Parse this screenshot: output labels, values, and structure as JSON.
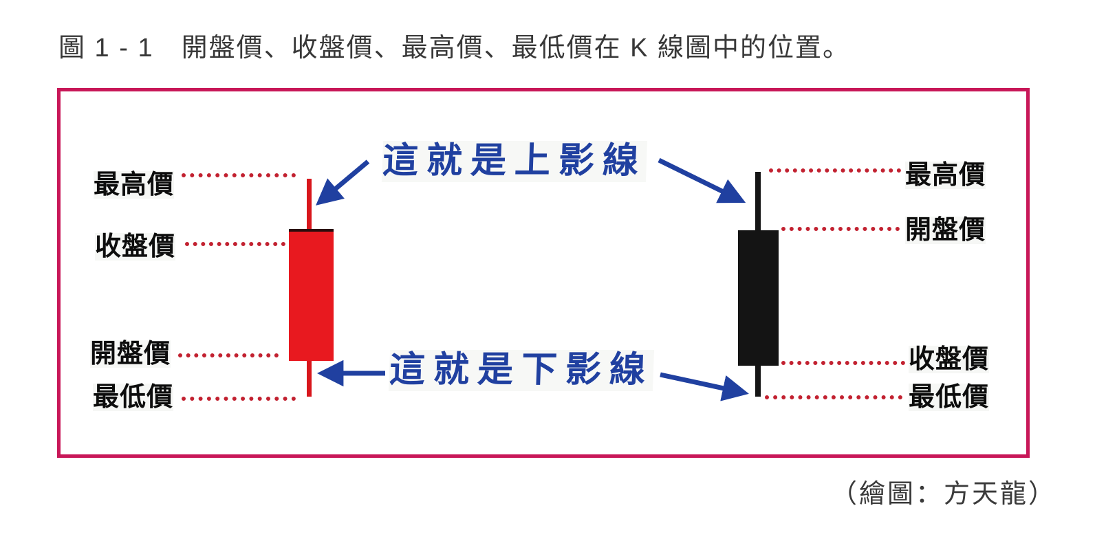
{
  "page": {
    "title": "圖 1 - 1　開盤價、收盤價、最高價、最低價在 K 線圖中的位置。",
    "credit": "（繪圖：方天龍）"
  },
  "diagram": {
    "upper_shadow_note": "這就是上影線",
    "lower_shadow_note": "這就是下影線",
    "left_candle": {
      "style": "bullish-red-body",
      "labels": {
        "high": "最高價",
        "close": "收盤價",
        "open": "開盤價",
        "low": "最低價"
      }
    },
    "right_candle": {
      "style": "bearish-black-body",
      "labels": {
        "high": "最高價",
        "open": "開盤價",
        "close": "收盤價",
        "low": "最低價"
      }
    },
    "colors": {
      "frame_border": "#c81758",
      "bullish_body": "#e8191f",
      "bearish_body": "#141414",
      "leader_dots": "#c22130",
      "annotation_blue": "#2040a0"
    }
  }
}
